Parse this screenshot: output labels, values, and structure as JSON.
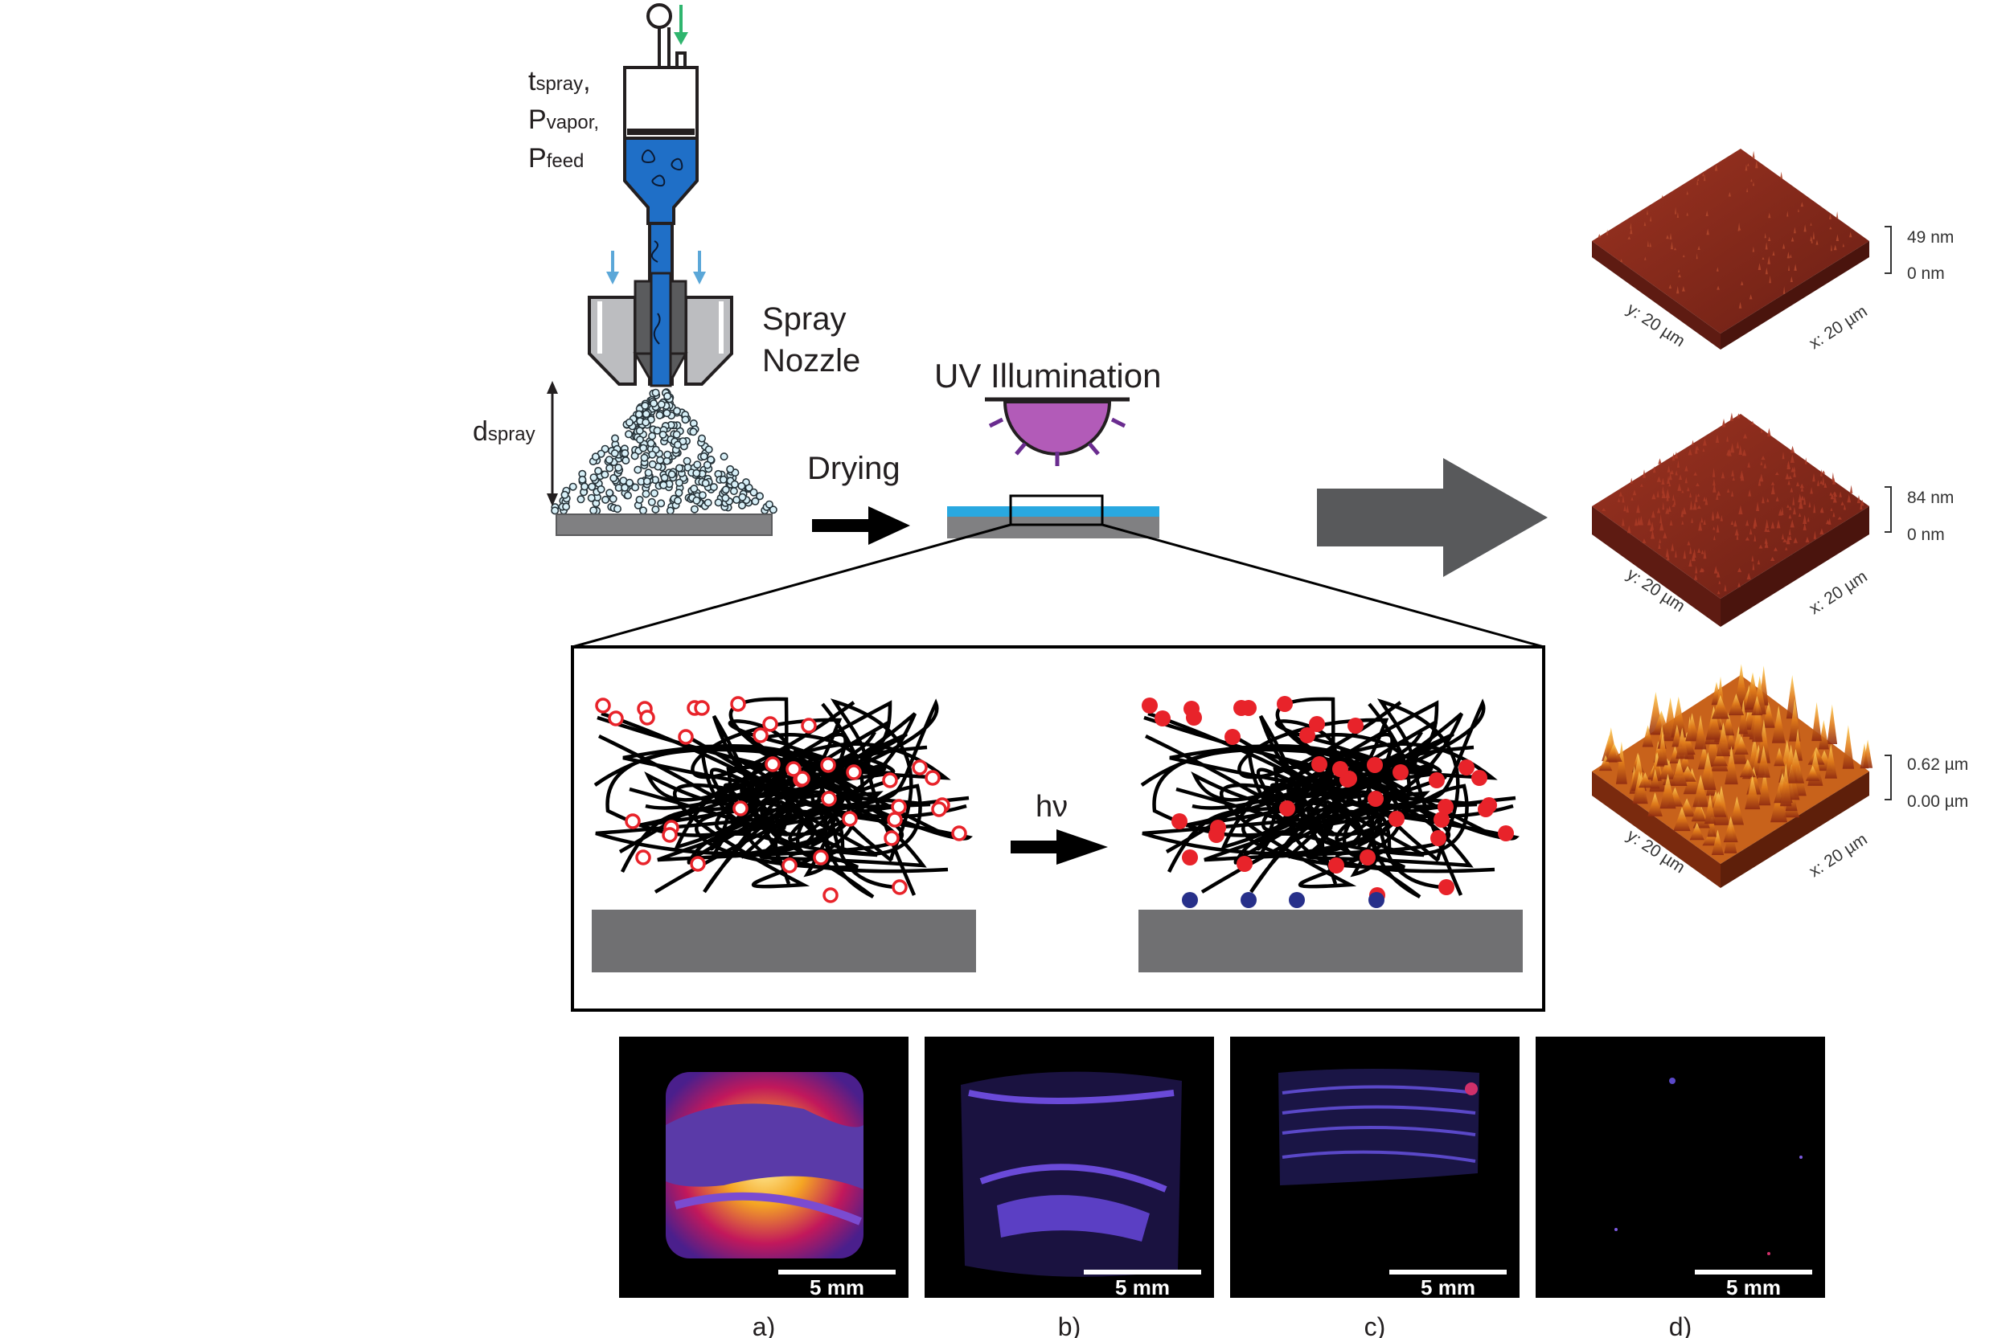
{
  "process": {
    "params": [
      "t",
      "spray",
      "P",
      "vapor,",
      "P",
      "feed"
    ],
    "t_spray": {
      "main": "t",
      "sub": "spray",
      "tail": ","
    },
    "p_vapor": {
      "main": "P",
      "sub": "vapor,"
    },
    "p_feed": {
      "main": "P",
      "sub": "feed"
    },
    "nozzle_label_line1": "Spray",
    "nozzle_label_line2": "Nozzle",
    "d_spray": {
      "main": "d",
      "sub": "spray"
    },
    "drying_label": "Drying",
    "uv_label": "UV Illumination",
    "hv_label": "hν"
  },
  "afm_panels": [
    {
      "top_label": "49 nm",
      "bottom_label": "0 nm",
      "y_label": "y: 20 µm",
      "x_label": "x: 20 µm"
    },
    {
      "top_label": "84 nm",
      "bottom_label": "0 nm",
      "y_label": "y: 20 µm",
      "x_label": "x: 20 µm"
    },
    {
      "top_label": "0.62 µm",
      "bottom_label": "0.00 µm",
      "y_label": "y: 20 µm",
      "x_label": "x: 20 µm"
    }
  ],
  "fluorescence_panels": [
    {
      "scale_label": "5 mm",
      "caption": "a)"
    },
    {
      "scale_label": "5 mm",
      "caption": "b)"
    },
    {
      "scale_label": "5 mm",
      "caption": "c)"
    },
    {
      "scale_label": "5 mm",
      "caption": "d)"
    }
  ],
  "colors": {
    "liquid": "#1f6fc7",
    "film": "#29a8e0",
    "substrate": "#707072",
    "uv_lamp": "#b25bb8",
    "uv_rays": "#6a2c8f",
    "marker_red": "#e8232a",
    "marker_blue": "#27308a",
    "gas_arrow": "#5ba7d8",
    "feed_arrow": "#2fb56e",
    "afm_smooth": "#8a2a1c",
    "afm_rough": "#d9741c"
  }
}
